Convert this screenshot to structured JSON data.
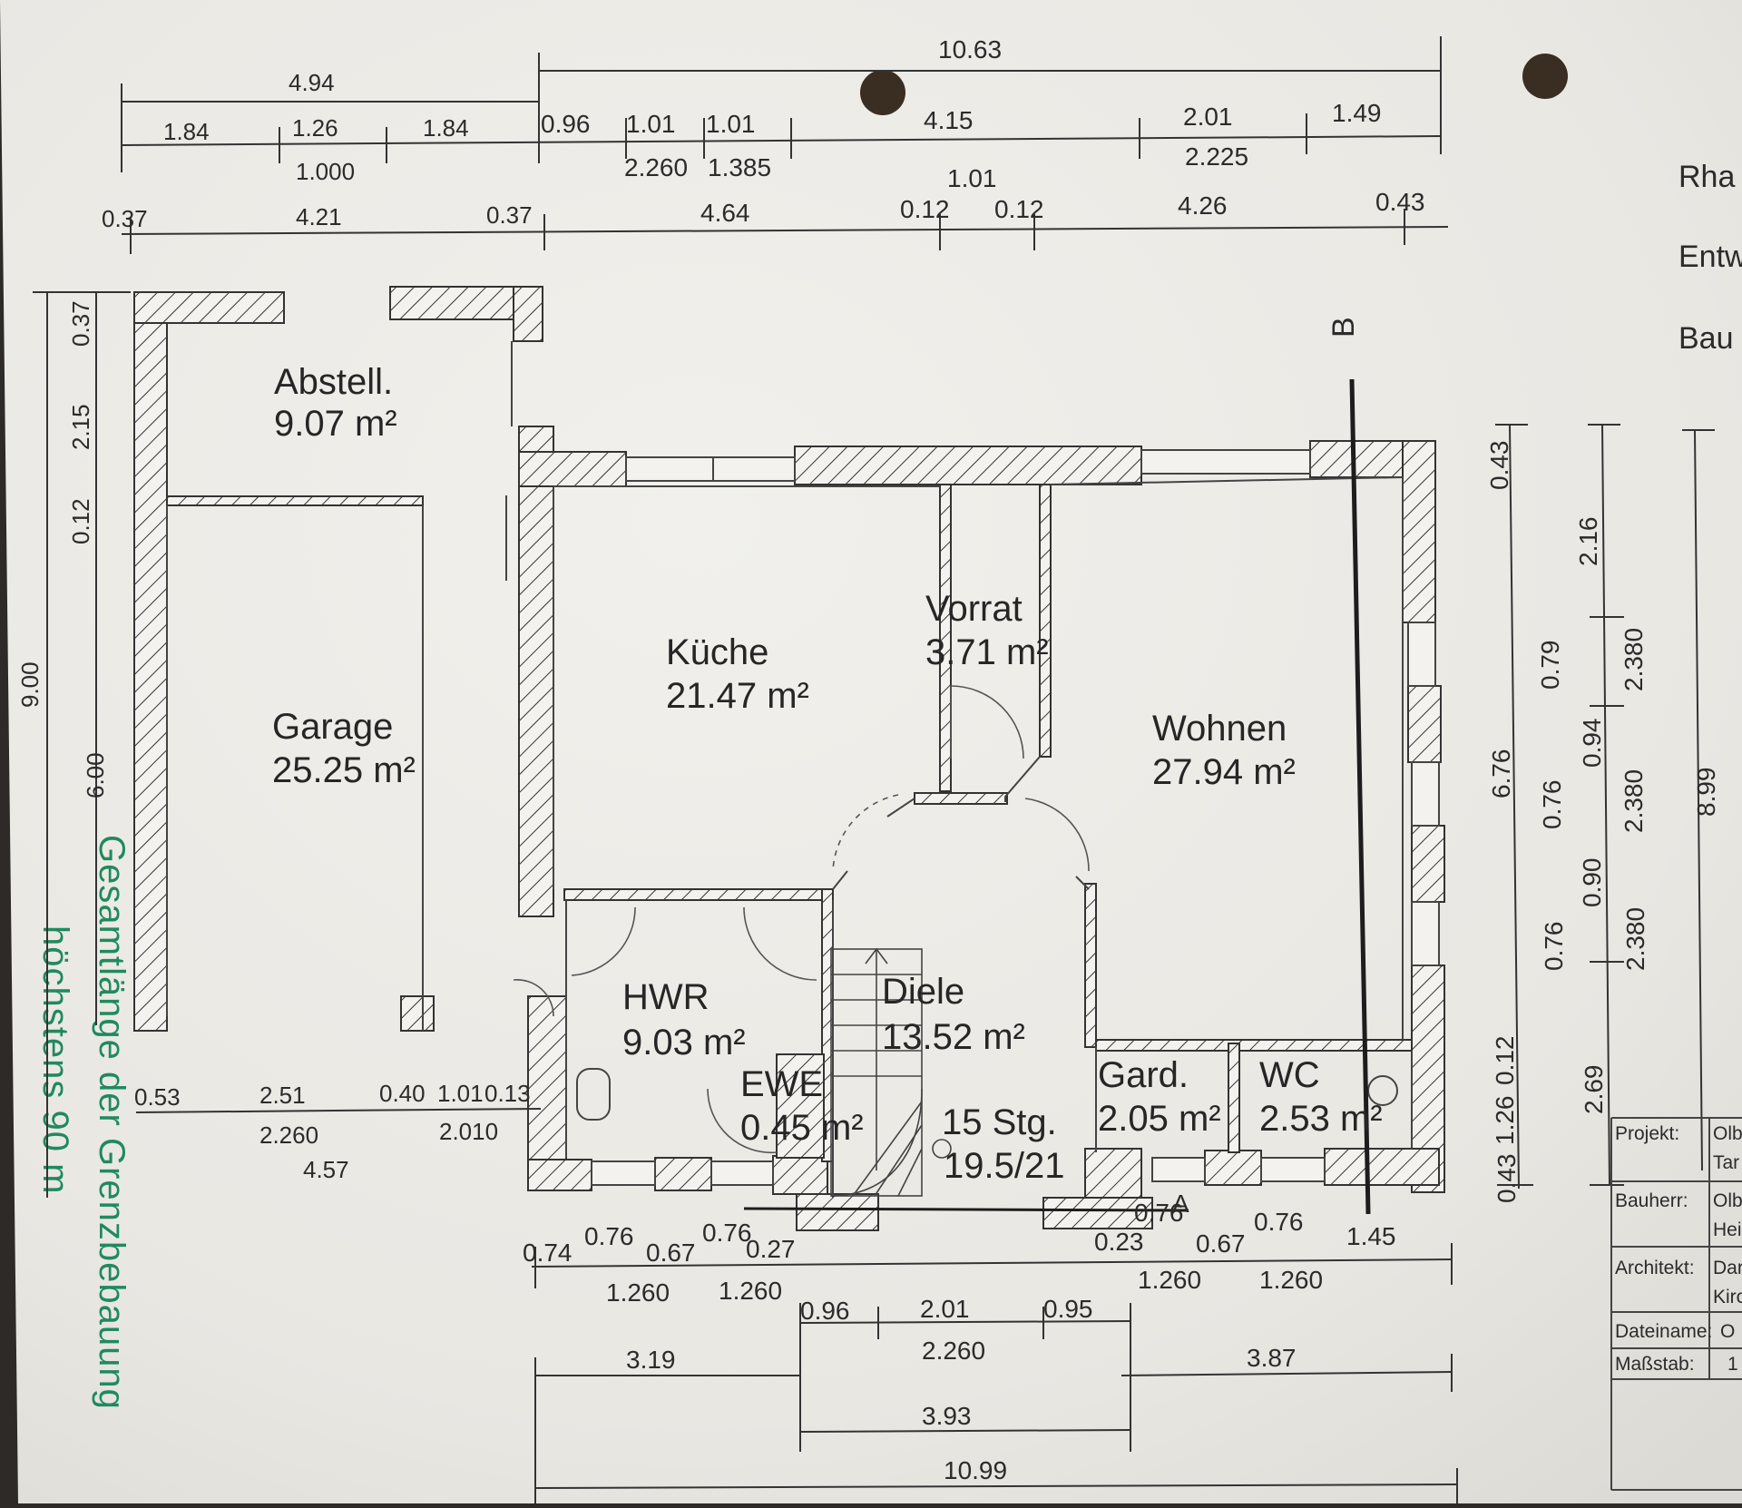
{
  "rooms": {
    "abstell": {
      "name": "Abstell.",
      "area": "9.07 m²"
    },
    "garage": {
      "name": "Garage",
      "area": "25.25 m²"
    },
    "kueche": {
      "name": "Küche",
      "area": "21.47 m²"
    },
    "vorrat": {
      "name": "Vorrat",
      "area": "3.71 m²"
    },
    "wohnen": {
      "name": "Wohnen",
      "area": "27.94 m²"
    },
    "hwr": {
      "name": "HWR",
      "area": "9.03 m²"
    },
    "diele": {
      "name": "Diele",
      "area": "13.52 m²"
    },
    "ewe": {
      "name": "EWE",
      "area": "0.45 m²"
    },
    "gard": {
      "name": "Gard.",
      "area": "2.05 m²"
    },
    "wc": {
      "name": "WC",
      "area": "2.53 m²"
    }
  },
  "stairs": {
    "count": "15 Stg.",
    "ratio": "19.5/21"
  },
  "section_markers": {
    "b": "B",
    "a": "A"
  },
  "note": {
    "line1": "Gesamtlänge der Grenzbebauung",
    "line2": "höchstens 90 m"
  },
  "title_block": {
    "header_labels": [
      "Rha",
      "Entw",
      "Bau"
    ],
    "rows": [
      {
        "label": "Projekt:",
        "v1": "Olb",
        "v2": "Tar"
      },
      {
        "label": "Bauherr:",
        "v1": "Olb",
        "v2": "Hei"
      },
      {
        "label": "Architekt:",
        "v1": "Dar",
        "v2": "Kirc"
      },
      {
        "label": "Dateiname:",
        "v1": "O",
        "v2": ""
      },
      {
        "label": "Maßstab:",
        "v1": "1",
        "v2": ""
      }
    ]
  },
  "dimensions": {
    "top_row1": [
      "4.94",
      "10.63"
    ],
    "top_row2": [
      "1.84",
      "1.26",
      "1.84",
      "0.96",
      "1.01",
      "1.01",
      "4.15",
      "2.01",
      "1.49"
    ],
    "top_row2_sub": [
      "1.000",
      "2.260",
      "1.385",
      "1.01",
      "2.225"
    ],
    "top_row3": [
      "0.37",
      "4.21",
      "0.37",
      "4.64",
      "0.12",
      "0.12",
      "4.26",
      "0.43"
    ],
    "left": [
      "9.00",
      "6.00",
      "0.37",
      "2.15",
      "0.12"
    ],
    "garage_bottom": [
      "0.53",
      "2.51",
      "0.40",
      "1.01",
      "0.13",
      "2.260",
      "2.010",
      "4.57"
    ],
    "bottom_row1": [
      "0.74",
      "0.76",
      "0.67",
      "0.76",
      "0.27",
      "0.76",
      "0.23",
      "0.67",
      "0.76",
      "1.45"
    ],
    "bottom_row1_sub": [
      "1.260",
      "1.260",
      "1.260",
      "1.260"
    ],
    "bottom_row2": [
      "0.96",
      "2.01",
      "0.95",
      "2.260"
    ],
    "bottom_row3": [
      "3.19",
      "3.87",
      "3.93",
      "10.99"
    ],
    "right1": [
      "0.43",
      "6.76",
      "0.12",
      "1.26",
      "0.43"
    ],
    "right2": [
      "2.16",
      "0.79",
      "0.94",
      "0.76",
      "0.90",
      "0.76",
      "2.69"
    ],
    "right3": [
      "2.380",
      "2.380",
      "2.380"
    ],
    "right4": [
      "8.99"
    ]
  }
}
